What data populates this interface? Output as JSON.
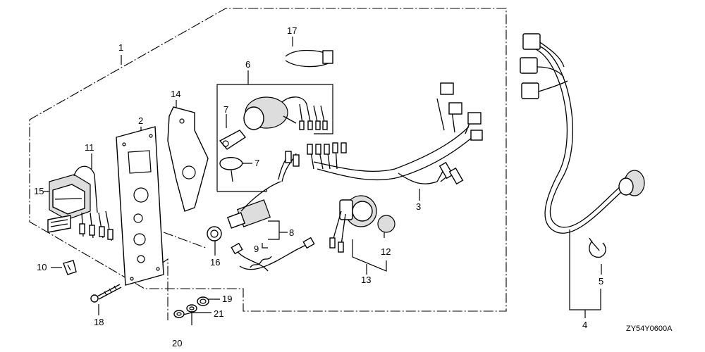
{
  "diagram": {
    "code": "ZY54Y0600A",
    "labels": {
      "p1": "1",
      "p2": "2",
      "p3": "3",
      "p4": "4",
      "p5": "5",
      "p6": "6",
      "p7a": "7",
      "p7b": "7",
      "p8": "8",
      "p9": "9",
      "p10": "10",
      "p11": "11",
      "p12": "12",
      "p13": "13",
      "p14": "14",
      "p15": "15",
      "p16": "16",
      "p17": "17",
      "p18": "18",
      "p19": "19",
      "p20": "20",
      "p21": "21"
    }
  }
}
